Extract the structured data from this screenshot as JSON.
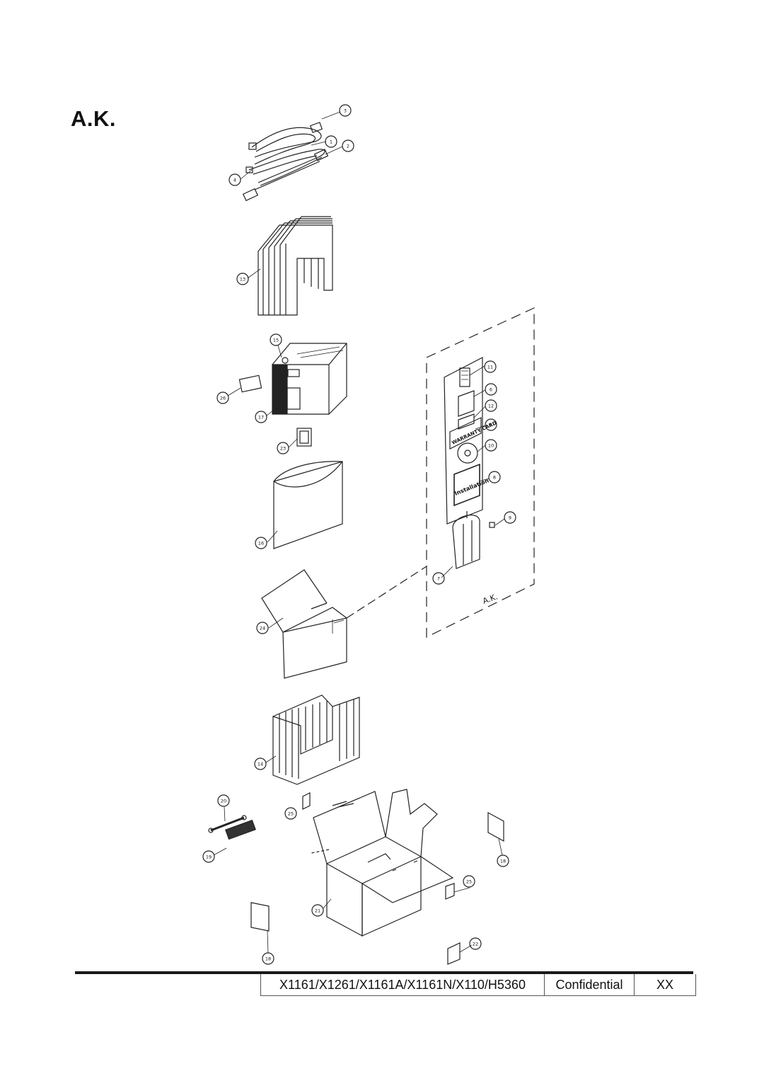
{
  "page": {
    "title": "A.K."
  },
  "diagram": {
    "callouts": [
      "3",
      "1",
      "2",
      "4",
      "13",
      "15",
      "26",
      "17",
      "23",
      "16",
      "24",
      "14",
      "20",
      "25",
      "19",
      "21",
      "18",
      "25",
      "22",
      "18",
      "11",
      "6",
      "12",
      "5",
      "10",
      "8",
      "9",
      "7"
    ],
    "packet_label": "A.K.",
    "warranty_text": "WARRANTY CARD",
    "guide_text": "Installation"
  },
  "footer": {
    "model": "X1161/X1261/X1161A/X1161N/X110/H5360",
    "confidential": "Confidential",
    "page": "XX"
  }
}
